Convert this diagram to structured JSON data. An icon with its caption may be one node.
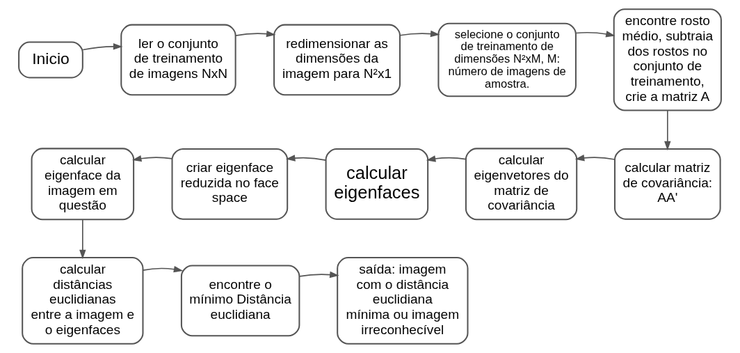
{
  "diagram": {
    "nodes": [
      {
        "text": [
          "Inicio"
        ]
      },
      {
        "text": [
          "ler o conjunto de treinamento de imagens NxN"
        ]
      },
      {
        "text": [
          "redimensionar as dimensões da imagem para N²x1"
        ]
      },
      {
        "text": [
          "selecione o conjunto de treinamento de dimensões N²xM, M: número de imagens de amostra."
        ]
      },
      {
        "text": [
          "encontre rosto médio, subtraia dos rostos no conjunto de treinamento, crie a matriz A"
        ]
      },
      {
        "text": [
          "calcular matriz de covariância: AA'"
        ]
      },
      {
        "text": [
          "calcular eigenvetores do matriz de covariância"
        ]
      },
      {
        "text": [
          "calcular eigenfaces"
        ]
      },
      {
        "text": [
          "criar eigenface reduzida no face space"
        ]
      },
      {
        "text": [
          "calcular eigenface da imagem em questão"
        ]
      },
      {
        "text": [
          "calcular distâncias euclidianas entre a imagem e o eigenfaces"
        ]
      },
      {
        "text": [
          "encontre o mínimo Distância euclidiana"
        ]
      },
      {
        "text": [
          "saída: imagem com o distância euclidiana mínima ou imagem irreconhecível"
        ]
      }
    ],
    "edges": [
      {
        "from": 0,
        "to": 1,
        "arrow": "to"
      },
      {
        "from": 1,
        "to": 2,
        "arrow": "to"
      },
      {
        "from": 2,
        "to": 3,
        "arrow": "to"
      },
      {
        "from": 3,
        "to": 4,
        "arrow": "to"
      },
      {
        "from": 4,
        "to": 5,
        "arrow": "to"
      },
      {
        "from": 5,
        "to": 6,
        "arrow": "to"
      },
      {
        "from": 6,
        "to": 7,
        "arrow": "to"
      },
      {
        "from": 7,
        "to": 8,
        "arrow": "to"
      },
      {
        "from": 8,
        "to": 9,
        "arrow": "to"
      },
      {
        "from": 9,
        "to": 10,
        "arrow": "to"
      },
      {
        "from": 10,
        "to": 11,
        "arrow": "to"
      },
      {
        "from": 11,
        "to": 12,
        "arrow": "to"
      }
    ]
  }
}
